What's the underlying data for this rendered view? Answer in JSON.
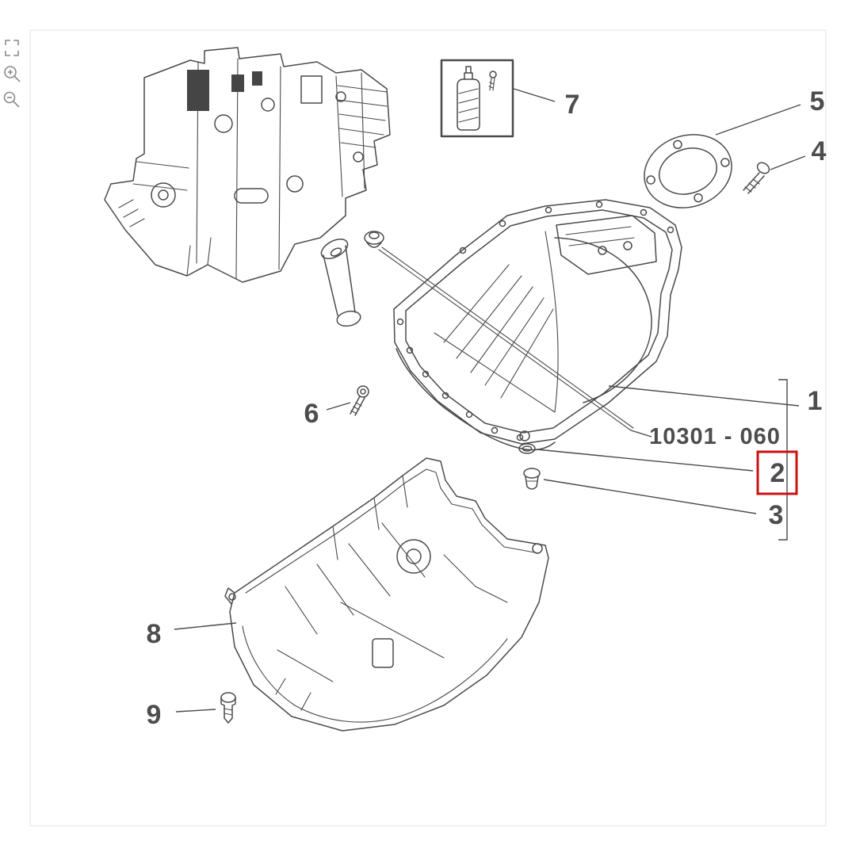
{
  "viewer": {
    "canvas_background": "#ffffff",
    "line_color": "#4a4a4a",
    "border_color": "#e3e3e3",
    "toolbar": {
      "items": [
        {
          "icon": "fit-to-screen-icon",
          "action": "fit-to-screen"
        },
        {
          "icon": "zoom-in-icon",
          "action": "zoom-in"
        },
        {
          "icon": "zoom-out-icon",
          "action": "zoom-out"
        }
      ]
    }
  },
  "diagram": {
    "type": "exploded-parts-diagram",
    "part_code_label": "10301 - 060",
    "label_color": "#4d4d4d",
    "highlight": {
      "callout_id": "2",
      "color": "#cc1111"
    },
    "callouts": [
      {
        "id": "1",
        "highlighted": false
      },
      {
        "id": "2",
        "highlighted": true
      },
      {
        "id": "3",
        "highlighted": false
      },
      {
        "id": "4",
        "highlighted": false
      },
      {
        "id": "5",
        "highlighted": false
      },
      {
        "id": "6",
        "highlighted": false
      },
      {
        "id": "7",
        "highlighted": false
      },
      {
        "id": "8",
        "highlighted": false
      },
      {
        "id": "9",
        "highlighted": false
      }
    ]
  }
}
